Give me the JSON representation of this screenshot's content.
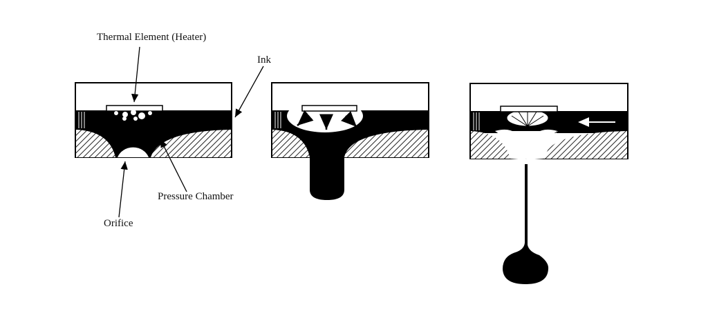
{
  "labels": {
    "heater": "Thermal Element (Heater)",
    "ink": "Ink",
    "pressure_chamber": "Pressure Chamber",
    "orifice": "Orifice"
  },
  "colors": {
    "ink": "#000000",
    "background": "#ffffff"
  }
}
